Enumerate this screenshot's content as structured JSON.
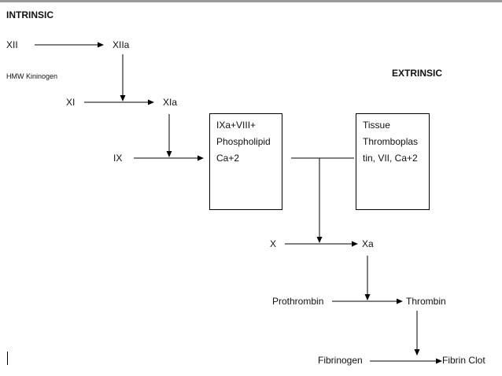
{
  "headers": {
    "intrinsic": "INTRINSIC",
    "extrinsic": "EXTRINSIC"
  },
  "factors": {
    "xii": "XII",
    "xiia": "XIIa",
    "hmw": "HMW Kininogen",
    "xi": "XI",
    "xia": "XIa",
    "ix": "IX",
    "x": "X",
    "xa": "Xa",
    "prothrombin": "Prothrombin",
    "thrombin": "Thrombin",
    "fibrinogen": "Fibrinogen",
    "fibrin_clot": "Fibrin Clot"
  },
  "intrinsic_complex": {
    "line1": "IXa+VIII+",
    "line2": "Phospholipid",
    "line3": "Ca+2"
  },
  "extrinsic_complex": {
    "line1": "Tissue",
    "line2": "Thromboplas",
    "line3": "tin, VII, Ca+2"
  },
  "colors": {
    "line": "#000000",
    "top_rule": "#9a9a9a"
  }
}
